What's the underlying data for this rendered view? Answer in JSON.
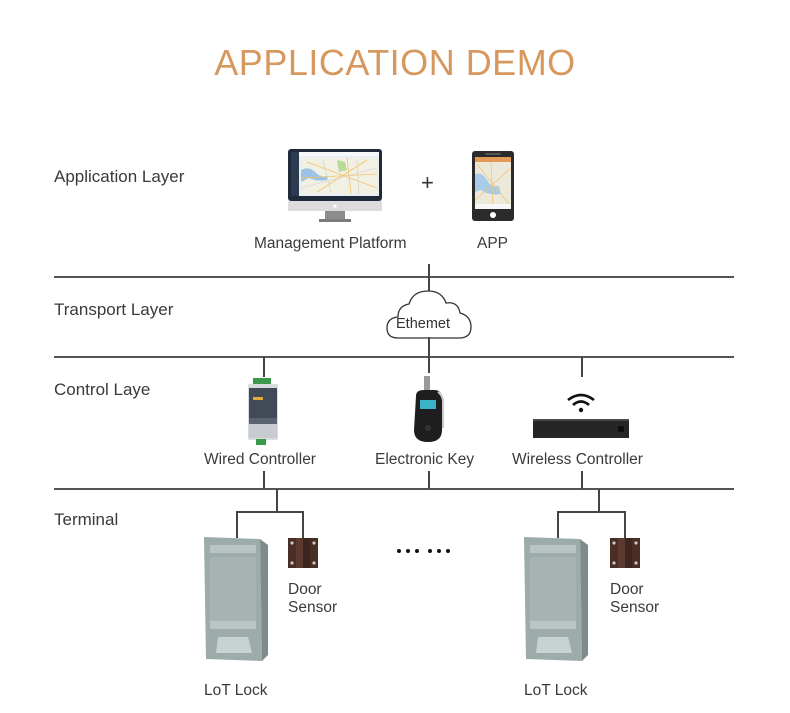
{
  "title": "APPLICATION DEMO",
  "colors": {
    "title": "#d6985f",
    "line": "#555555",
    "text": "#3a3a3a"
  },
  "layers": [
    {
      "label": "Application Layer"
    },
    {
      "label": "Transport Layer"
    },
    {
      "label": "Control Laye"
    },
    {
      "label": "Terminal"
    }
  ],
  "application": {
    "platform_label": "Management Platform",
    "connector": "+",
    "app_label": "APP"
  },
  "transport": {
    "cloud_label": "Ethemet"
  },
  "control": {
    "devices": [
      {
        "label": "Wired Controller",
        "icon": "din-rail-controller-icon"
      },
      {
        "label": "Electronic Key",
        "icon": "electronic-key-icon"
      },
      {
        "label": "Wireless Controller",
        "icon": "wireless-router-icon"
      }
    ]
  },
  "terminal": {
    "groups": [
      {
        "lock_label": "LoT Lock",
        "sensor_label_1": "Door",
        "sensor_label_2": "Sensor"
      },
      {
        "lock_label": "LoT Lock",
        "sensor_label_1": "Door",
        "sensor_label_2": "Sensor"
      }
    ],
    "ellipsis_count": 6
  }
}
